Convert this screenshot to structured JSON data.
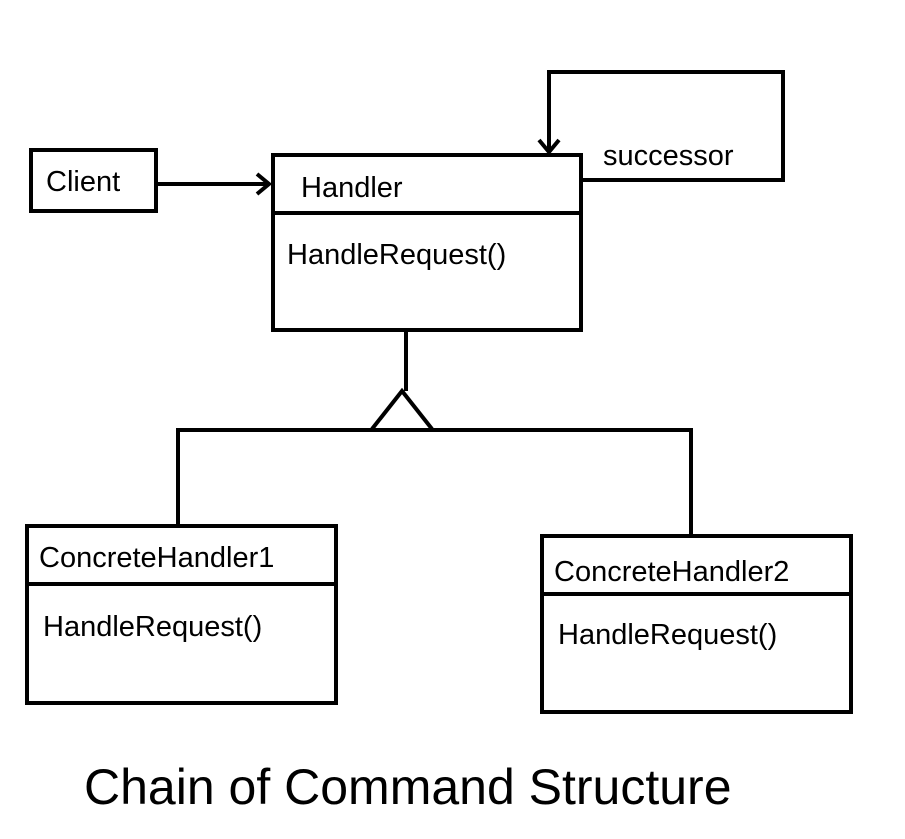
{
  "client": {
    "label": "Client"
  },
  "handler": {
    "name": "Handler",
    "method": "HandleRequest()"
  },
  "successor": {
    "label": "successor"
  },
  "concrete1": {
    "name": "ConcreteHandler1",
    "method": "HandleRequest()"
  },
  "concrete2": {
    "name": "ConcreteHandler2",
    "method": "HandleRequest()"
  },
  "caption": "Chain of Command Structure"
}
